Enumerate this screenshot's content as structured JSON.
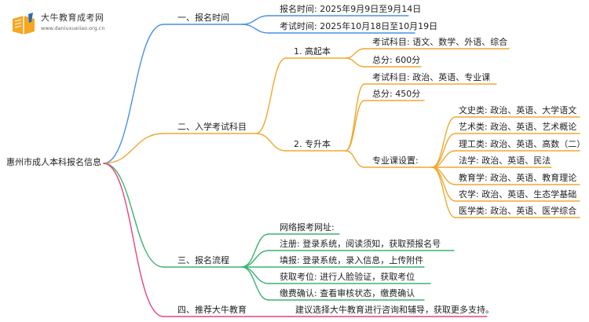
{
  "logo": {
    "title": "大牛教育成考网",
    "url": "www.daniuxueiiao.org.cn",
    "icon": "book-pencil-icon"
  },
  "root": "惠州市成人本科报名信息",
  "colors": {
    "blue": "#4a90e2",
    "orange": "#f0a830",
    "green": "#3cb371",
    "pink": "#e8457a"
  },
  "branches": {
    "b1": {
      "label": "一、报名时间",
      "items": [
        "报名时间: 2025年9月9日至9月14日",
        "考试时间: 2025年10月18日至10月19日"
      ]
    },
    "b2": {
      "label": "二、入学考试科目",
      "gqb": {
        "label": "1. 高起本",
        "items": [
          "考试科目: 语文、数学、外语、综合",
          "总分: 600分"
        ]
      },
      "zsb": {
        "label": "2. 专升本",
        "items": [
          "考试科目: 政治、英语、专业课",
          "总分: 450分"
        ],
        "major": {
          "label": "专业课设置:",
          "items": [
            "文史类: 政治、英语、大学语文",
            "艺术类: 政治、英语、艺术概论",
            "理工类: 政治、英语、高数（二）",
            "法学: 政治、英语、民法",
            "教育学: 政治、英语、教育理论",
            "农学: 政治、英语、生态学基础",
            "医学类: 政治、英语、医学综合"
          ]
        }
      }
    },
    "b3": {
      "label": "三、报名流程",
      "items": [
        "网络报考网址:",
        "注册: 登录系统，阅读须知，获取预报名号",
        "填报: 登录系统，录入信息，上传附件",
        "获取考位: 进行人脸验证，获取考位",
        "缴费确认: 查看审核状态，缴费确认"
      ]
    },
    "b4": {
      "label": "四、推荐大牛教育",
      "items": [
        "建议选择大牛教育进行咨询和辅导，获取更多支持。"
      ]
    }
  }
}
